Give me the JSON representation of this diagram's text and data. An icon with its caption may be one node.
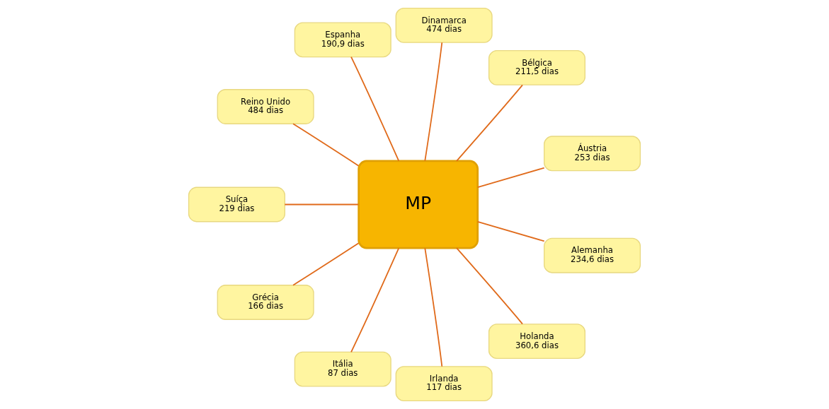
{
  "diagram": {
    "nodes": [
      {
        "text": [
          "MP"
        ]
      },
      {
        "text": [
          "Áustria",
          "253 dias"
        ]
      },
      {
        "text": [
          "Bélgica",
          "211,5 dias"
        ]
      },
      {
        "text": [
          "Dinamarca",
          "474 dias"
        ]
      },
      {
        "text": [
          "Espanha",
          "190,9 dias"
        ]
      },
      {
        "text": [
          "Reino Unido",
          "484 dias"
        ]
      },
      {
        "text": [
          "Suíça",
          "219 dias"
        ]
      },
      {
        "text": [
          "Grécia",
          "166 dias"
        ]
      },
      {
        "text": [
          "Itália",
          "87 dias"
        ]
      },
      {
        "text": [
          "Irlanda",
          "117 dias"
        ]
      },
      {
        "text": [
          "Holanda",
          "360,6 dias"
        ]
      },
      {
        "text": [
          "Alemanha",
          "234,6 dias"
        ]
      }
    ],
    "edges": [
      {
        "from": 0,
        "to": 1,
        "arrow": "none"
      },
      {
        "from": 0,
        "to": 2,
        "arrow": "none"
      },
      {
        "from": 0,
        "to": 3,
        "arrow": "none"
      },
      {
        "from": 0,
        "to": 4,
        "arrow": "none"
      },
      {
        "from": 0,
        "to": 5,
        "arrow": "none"
      },
      {
        "from": 0,
        "to": 6,
        "arrow": "none"
      },
      {
        "from": 0,
        "to": 7,
        "arrow": "none"
      },
      {
        "from": 0,
        "to": 8,
        "arrow": "none"
      },
      {
        "from": 0,
        "to": 9,
        "arrow": "none"
      },
      {
        "from": 0,
        "to": 10,
        "arrow": "none"
      },
      {
        "from": 0,
        "to": 11,
        "arrow": "none"
      }
    ]
  }
}
